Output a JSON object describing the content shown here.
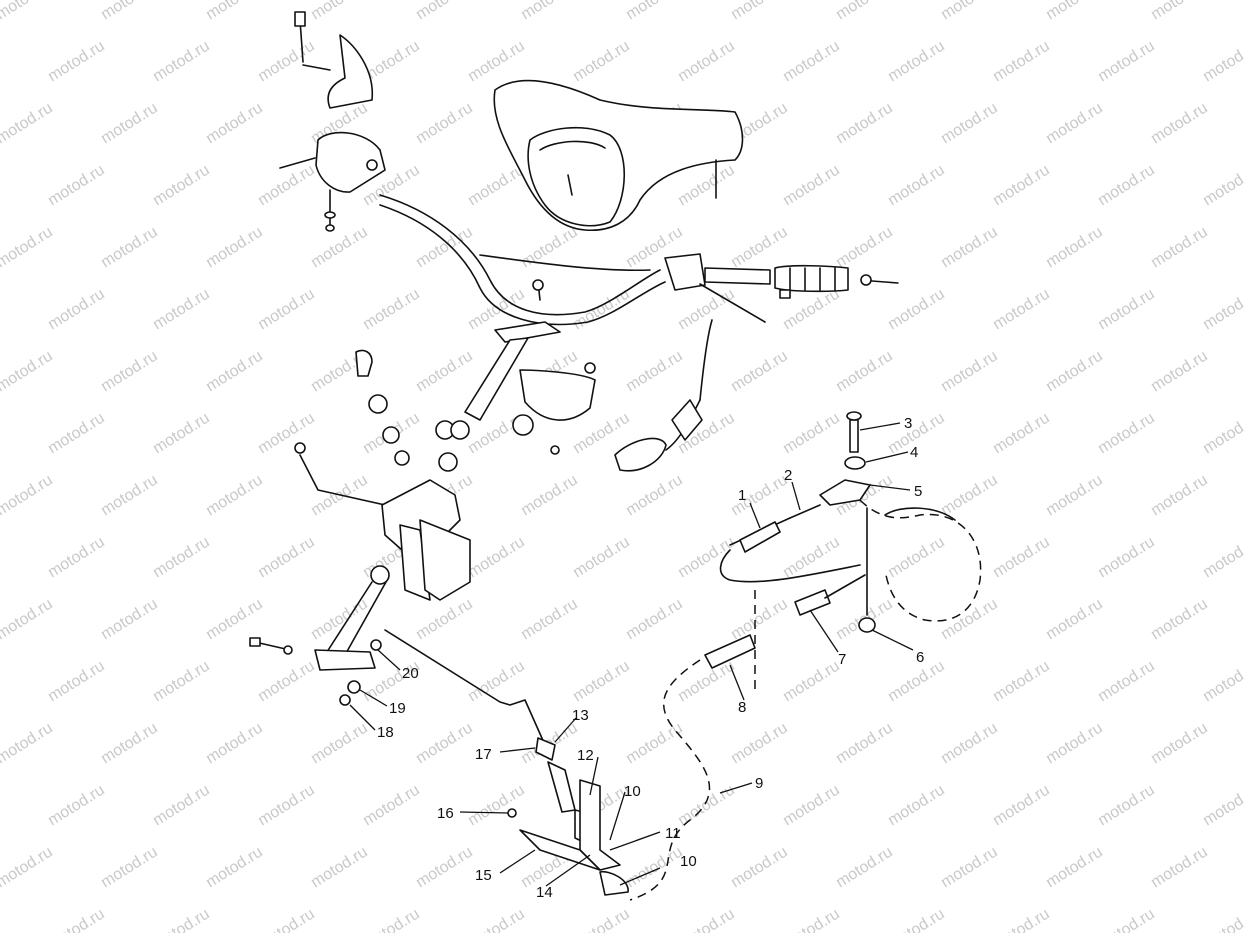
{
  "watermark": {
    "text": "motod.ru"
  },
  "callouts": [
    {
      "id": "c1",
      "label": "1"
    },
    {
      "id": "c2",
      "label": "2"
    },
    {
      "id": "c3",
      "label": "3"
    },
    {
      "id": "c4",
      "label": "4"
    },
    {
      "id": "c5",
      "label": "5"
    },
    {
      "id": "c6",
      "label": "6"
    },
    {
      "id": "c7",
      "label": "7"
    },
    {
      "id": "c8",
      "label": "8"
    },
    {
      "id": "c9",
      "label": "9"
    },
    {
      "id": "c10a",
      "label": "10"
    },
    {
      "id": "c10b",
      "label": "10"
    },
    {
      "id": "c11",
      "label": "11"
    },
    {
      "id": "c12",
      "label": "12"
    },
    {
      "id": "c13",
      "label": "13"
    },
    {
      "id": "c14",
      "label": "14"
    },
    {
      "id": "c15",
      "label": "15"
    },
    {
      "id": "c16",
      "label": "16"
    },
    {
      "id": "c17",
      "label": "17"
    },
    {
      "id": "c18",
      "label": "18"
    },
    {
      "id": "c19",
      "label": "19"
    },
    {
      "id": "c20",
      "label": "20"
    }
  ]
}
